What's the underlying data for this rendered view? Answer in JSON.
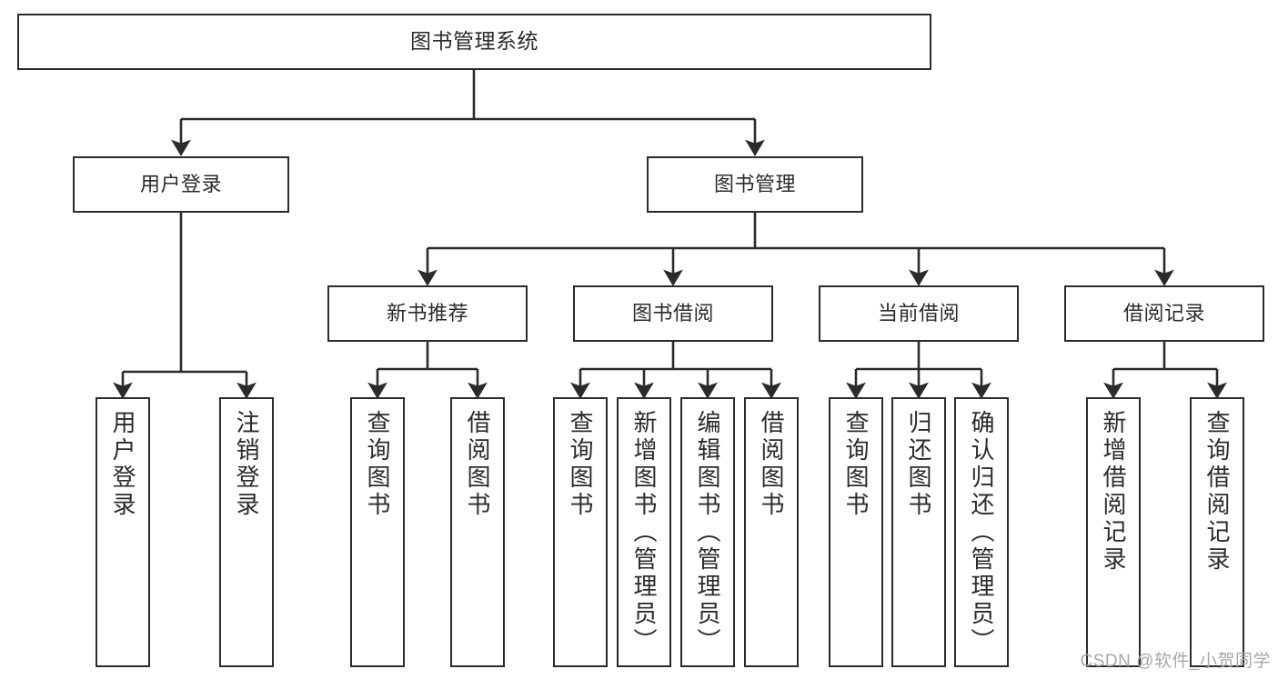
{
  "diagram": {
    "type": "tree",
    "title": "图书管理系统",
    "watermark": "CSDN @软件_小贺同学",
    "colors": {
      "stroke": "#2b2b2b",
      "fill": "#ffffff",
      "text": "#2b2b2b",
      "watermark": "#a8a8a8"
    },
    "nodes": {
      "root": "图书管理系统",
      "level2": {
        "user_login": "用户登录",
        "book_manage": "图书管理"
      },
      "level3": {
        "new_book_rec": "新书推荐",
        "book_borrow": "图书借阅",
        "current_borrow": "当前借阅",
        "borrow_record": "借阅记录"
      },
      "leaves": {
        "user_login_1": "用户登录",
        "user_login_2": "注销登录",
        "new_book_rec_1": "查询图书",
        "new_book_rec_2": "借阅图书",
        "book_borrow_1": "查询图书",
        "book_borrow_2": "新增图书（管理员）",
        "book_borrow_3": "编辑图书（管理员）",
        "book_borrow_4": "借阅图书",
        "current_borrow_1": "查询图书",
        "current_borrow_2": "归还图书",
        "current_borrow_3": "确认归还（管理员）",
        "borrow_record_1": "新增借阅记录",
        "borrow_record_2": "查询借阅记录"
      }
    },
    "edges": [
      {
        "from": "root",
        "to": "user_login"
      },
      {
        "from": "root",
        "to": "book_manage"
      },
      {
        "from": "user_login",
        "to": "user_login_1"
      },
      {
        "from": "user_login",
        "to": "user_login_2"
      },
      {
        "from": "book_manage",
        "to": "new_book_rec"
      },
      {
        "from": "book_manage",
        "to": "book_borrow"
      },
      {
        "from": "book_manage",
        "to": "current_borrow"
      },
      {
        "from": "book_manage",
        "to": "borrow_record"
      },
      {
        "from": "new_book_rec",
        "to": "new_book_rec_1"
      },
      {
        "from": "new_book_rec",
        "to": "new_book_rec_2"
      },
      {
        "from": "book_borrow",
        "to": "book_borrow_1"
      },
      {
        "from": "book_borrow",
        "to": "book_borrow_2"
      },
      {
        "from": "book_borrow",
        "to": "book_borrow_3"
      },
      {
        "from": "book_borrow",
        "to": "book_borrow_4"
      },
      {
        "from": "current_borrow",
        "to": "current_borrow_1"
      },
      {
        "from": "current_borrow",
        "to": "current_borrow_2"
      },
      {
        "from": "current_borrow",
        "to": "current_borrow_3"
      },
      {
        "from": "borrow_record",
        "to": "borrow_record_1"
      },
      {
        "from": "borrow_record",
        "to": "borrow_record_2"
      }
    ]
  }
}
